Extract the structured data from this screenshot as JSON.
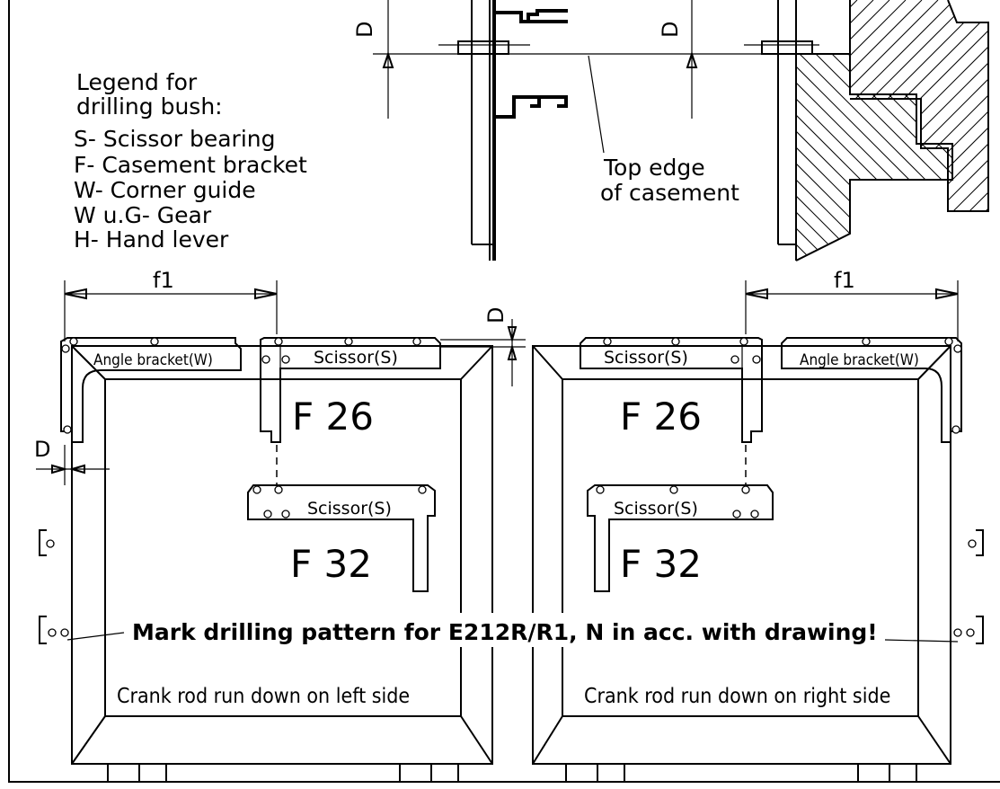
{
  "legend": {
    "title_line1": "Legend for",
    "title_line2": "drilling bush:",
    "items": [
      "S- Scissor bearing",
      "F- Casement bracket",
      "W- Corner guide",
      "W u.G- Gear",
      "H- Hand lever"
    ]
  },
  "section_labels": {
    "top_edge_line1": "Top edge",
    "top_edge_line2": "of casement",
    "dim_d": "D",
    "dim_f1": "f1"
  },
  "left_view": {
    "angle_bracket": "Angle bracket(W)",
    "scissor_top": "Scissor(S)",
    "f26": "F 26",
    "scissor_mid": "Scissor(S)",
    "f32": "F 32",
    "crank_note": "Crank rod run down on left side"
  },
  "right_view": {
    "angle_bracket": "Angle bracket(W)",
    "scissor_top": "Scissor(S)",
    "f26": "F 26",
    "scissor_mid": "Scissor(S)",
    "f32": "F 32",
    "crank_note": "Crank rod run down on right side"
  },
  "main_note": "Mark drilling pattern for E212R/R1, N in acc. with drawing!",
  "colors": {
    "line": "#000000",
    "background": "#ffffff"
  }
}
